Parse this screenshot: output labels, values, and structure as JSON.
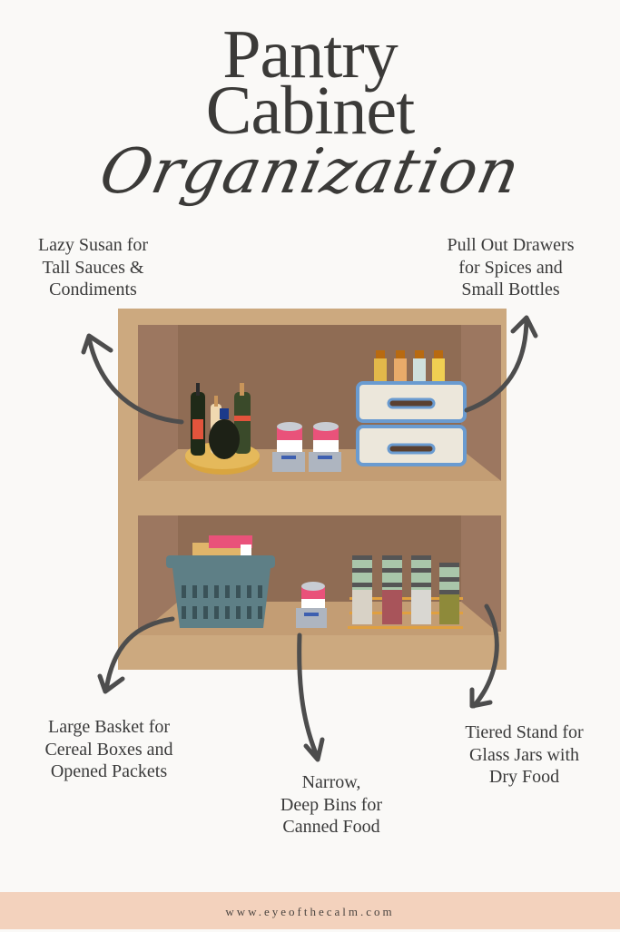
{
  "title": {
    "line1": "Pantry",
    "line2": "Cabinet",
    "line3": "Organization"
  },
  "labels": {
    "lazy_susan": "Lazy Susan for\nTall Sauces &\nCondiments",
    "pull_out_drawers": "Pull Out Drawers\nfor Spices and\nSmall Bottles",
    "large_basket": "Large Basket for\nCereal Boxes and\nOpened Packets",
    "narrow_bins": "Narrow,\nDeep Bins for\nCanned Food",
    "tiered_stand": "Tiered Stand for\nGlass Jars with\nDry Food"
  },
  "footer": {
    "url": "www.eyeofthecalm.com"
  },
  "colors": {
    "background": "#faf9f7",
    "cabinet_frame": "#cca97f",
    "cabinet_back": "#8f6c54",
    "cabinet_side": "#9c7760",
    "shelf": "#c39d74",
    "arrow": "#4d4d4d",
    "footer_bg": "#f3d2bd",
    "text": "#3a3a3a"
  }
}
